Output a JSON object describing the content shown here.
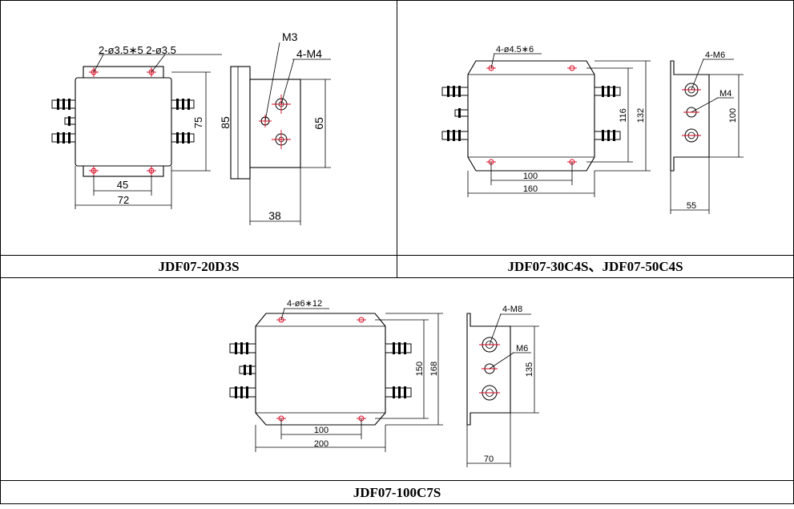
{
  "panels": [
    {
      "model": "JDF07-20D3S",
      "labels": {
        "holes_top": "2-ø3.5∗5  2-ø3.5",
        "screw_small": "M3",
        "screw_terminals": "4-M4",
        "width_inner": "45",
        "width_outer": "72",
        "height_inner": "75",
        "side_height": "85",
        "side_inner": "65",
        "side_depth": "38"
      }
    },
    {
      "model": "JDF07-30C4S、JDF07-50C4S",
      "labels": {
        "holes_top": "4-ø4.5∗6",
        "screw_terminals": "4-M6",
        "screw_small": "M4",
        "width_inner": "100",
        "width_outer": "160",
        "height_inner": "116",
        "height_outer": "132",
        "side_height": "100",
        "side_depth": "55"
      }
    },
    {
      "model": "JDF07-100C7S",
      "labels": {
        "holes_top": "4-ø6∗12",
        "screw_terminals": "4-M8",
        "screw_small": "M6",
        "width_inner": "100",
        "width_outer": "200",
        "height_inner": "150",
        "height_outer": "168",
        "side_height": "135",
        "side_depth": "70"
      }
    }
  ],
  "colors": {
    "line": "#000000",
    "mount_hole": "#d9001b",
    "border": "#000000"
  }
}
